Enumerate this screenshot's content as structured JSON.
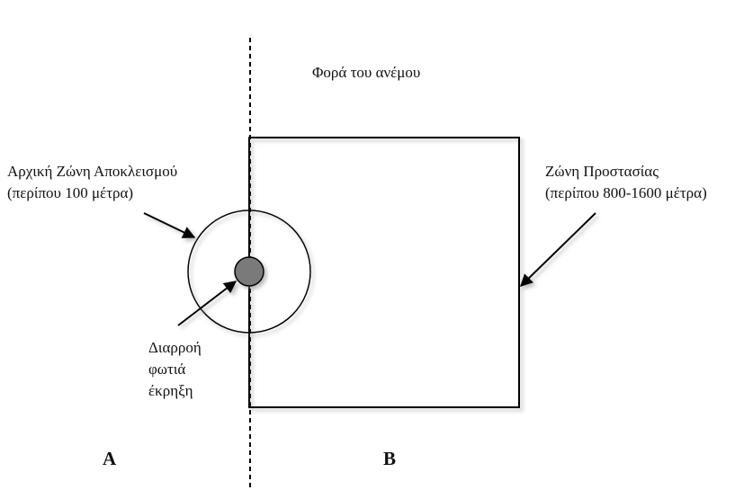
{
  "labels": {
    "wind_direction": "Φορά του ανέμου",
    "exclusion_zone_line1": "Αρχική Ζώνη Αποκλεισμού",
    "exclusion_zone_line2": "(περίπου 100 μέτρα)",
    "protection_zone_line1": "Ζώνη Προστασίας",
    "protection_zone_line2": "(περίπου 800-1600 μέτρα)",
    "incident_line1": "Διαρροή",
    "incident_line2": "φωτιά",
    "incident_line3": "έκρηξη",
    "area_a": "A",
    "area_b": "B"
  },
  "colors": {
    "line": "#000000",
    "source_fill": "#7a7a7a",
    "shadow": "#9a9a9a"
  }
}
